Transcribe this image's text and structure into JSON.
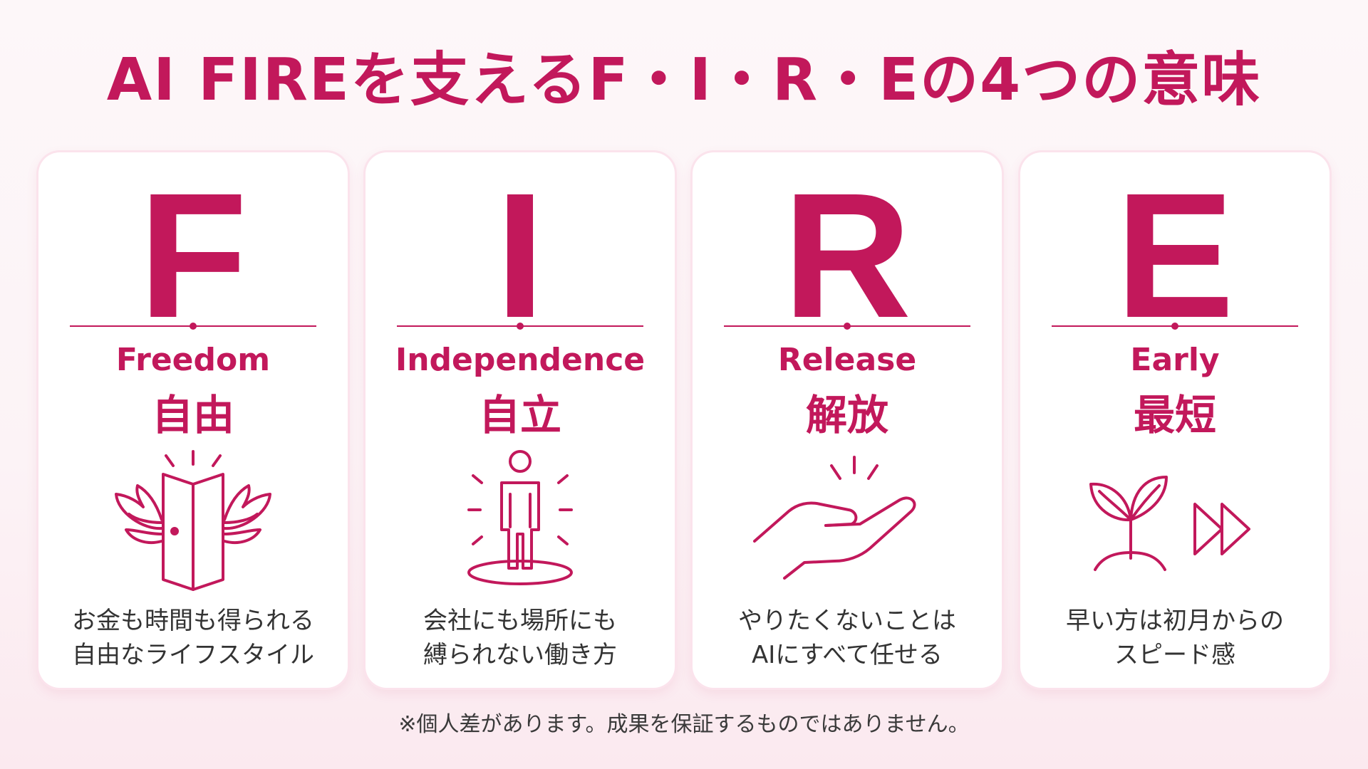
{
  "title": "AI FIREを支えるF・I・R・Eの4つの意味",
  "cards": [
    {
      "letter": "F",
      "word": "Freedom",
      "kanji": "自由",
      "icon": "winged-door-icon",
      "desc": [
        "お金も時間も得られる",
        "自由なライフスタイル"
      ]
    },
    {
      "letter": "I",
      "word": "Independence",
      "kanji": "自立",
      "icon": "standing-person-icon",
      "desc": [
        "会社にも場所にも",
        "縛られない働き方"
      ]
    },
    {
      "letter": "R",
      "word": "Release",
      "kanji": "解放",
      "icon": "open-hand-icon",
      "desc": [
        "やりたくないことは",
        "AIにすべて任せる"
      ]
    },
    {
      "letter": "E",
      "word": "Early",
      "kanji": "最短",
      "icon": "sprout-fast-forward-icon",
      "desc": [
        "早い方は初月からの",
        "スピード感"
      ]
    }
  ],
  "note": "※個人差があります。成果を保証するものではありません。",
  "colors": {
    "accent": "#c2185b",
    "text": "#333333",
    "card": "#ffffff"
  }
}
